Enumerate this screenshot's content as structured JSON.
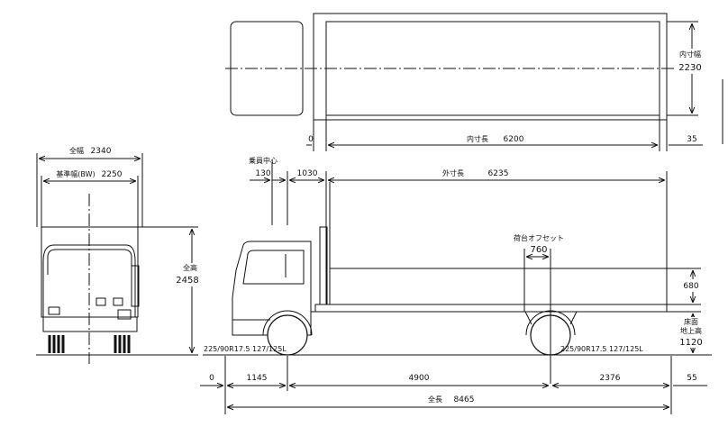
{
  "top_view": {
    "inner_width_label": "内寸幅",
    "inner_width_value": "2230",
    "inner_length_label": "内寸長",
    "inner_length_value": "6200",
    "offset_left": "0",
    "offset_right": "35"
  },
  "front_view": {
    "overall_width_label": "全幅",
    "overall_width_value": "2340",
    "ref_width_label": "基準幅(BW)",
    "ref_width_value": "2250",
    "overall_height_label": "全高",
    "overall_height_value": "2458"
  },
  "side_view": {
    "passenger_center_label": "乗員中心",
    "passenger_center_value": "130",
    "cab_gap_value": "1030",
    "outer_length_label": "外寸長",
    "outer_length_value": "6235",
    "bed_offset_label": "荷台オフセット",
    "bed_offset_value": "760",
    "gate_height_value": "680",
    "floor_height_label_1": "床面",
    "floor_height_label_2": "地上高",
    "floor_height_value": "1120",
    "tire_front": "225/90R17.5 127/125L",
    "tire_rear": "225/90R17.5 127/125L",
    "bottom_zero": "0",
    "front_overhang": "1145",
    "wheelbase": "4900",
    "rear_overhang": "2376",
    "rear_extra": "55",
    "overall_length_label": "全長",
    "overall_length_value": "8465"
  }
}
